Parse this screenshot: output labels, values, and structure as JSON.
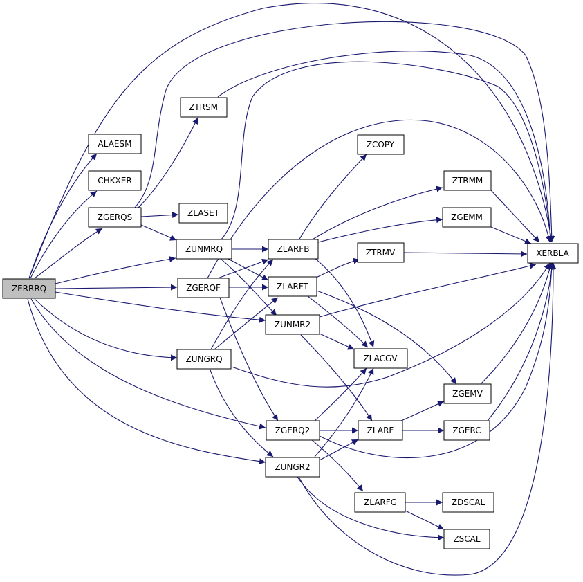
{
  "colors": {
    "edge": "#191970",
    "node_border": "#000000",
    "node_fill": "#ffffff",
    "root_fill": "#bfbfbf"
  },
  "nodes": {
    "zerrrq": "ZERRRQ",
    "alaesm": "ALAESM",
    "chkxer": "CHKXER",
    "zgerqs": "ZGERQS",
    "ztrsm": "ZTRSM",
    "zlaset": "ZLASET",
    "zunmrq": "ZUNMRQ",
    "zgerqf": "ZGERQF",
    "zungrq": "ZUNGRQ",
    "zgerq2": "ZGERQ2",
    "zungr2": "ZUNGR2",
    "zlarfb": "ZLARFB",
    "zlarft": "ZLARFT",
    "zunmr2": "ZUNMR2",
    "zcopy": "ZCOPY",
    "ztrmm": "ZTRMM",
    "zgemm": "ZGEMM",
    "ztrmv": "ZTRMV",
    "zlacgv": "ZLACGV",
    "zlarf": "ZLARF",
    "zlarfg": "ZLARFG",
    "zgemv": "ZGEMV",
    "zgerc": "ZGERC",
    "zdscal": "ZDSCAL",
    "zscal": "ZSCAL",
    "xerbla": "XERBLA"
  }
}
